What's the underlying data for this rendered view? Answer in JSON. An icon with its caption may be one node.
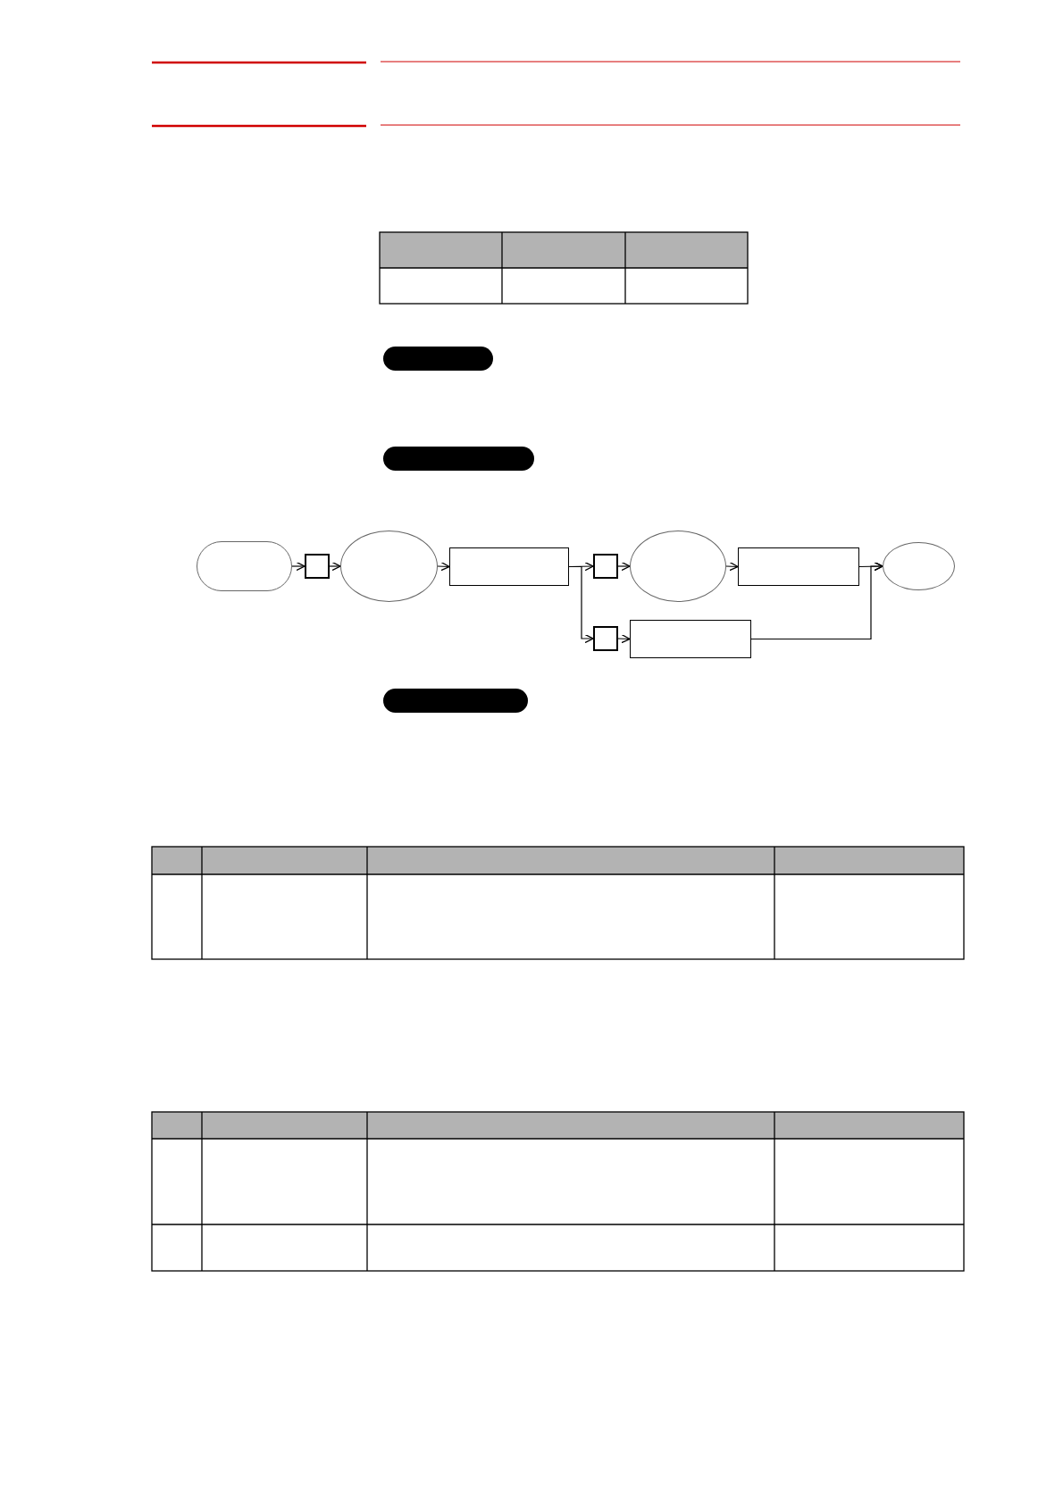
{
  "diagram": {
    "nodes": [
      {
        "text": [],
        "shape": "stadium"
      },
      {
        "text": [],
        "shape": "box"
      },
      {
        "text": [],
        "shape": "ellipse"
      },
      {
        "text": [],
        "shape": "box"
      },
      {
        "text": [],
        "shape": "box"
      },
      {
        "text": [],
        "shape": "ellipse"
      },
      {
        "text": [],
        "shape": "box"
      },
      {
        "text": [],
        "shape": "ellipse"
      },
      {
        "text": [],
        "shape": "box"
      },
      {
        "text": [],
        "shape": "box"
      },
      {
        "text": [],
        "shape": "bar"
      },
      {
        "text": [],
        "shape": "bar"
      },
      {
        "text": [],
        "shape": "bar"
      }
    ],
    "edges": [
      {
        "from": 0,
        "to": 1,
        "arrow": "to"
      },
      {
        "from": 1,
        "to": 2,
        "arrow": "to"
      },
      {
        "from": 2,
        "to": 3,
        "arrow": "to"
      },
      {
        "from": 3,
        "to": 4,
        "arrow": "to"
      },
      {
        "from": 4,
        "to": 5,
        "arrow": "to"
      },
      {
        "from": 5,
        "to": 6,
        "arrow": "to"
      },
      {
        "from": 6,
        "to": 7,
        "arrow": "to"
      },
      {
        "from": 3,
        "to": 8,
        "arrow": "to"
      },
      {
        "from": 8,
        "to": 9,
        "arrow": "to"
      },
      {
        "from": 9,
        "to": 7,
        "arrow": "to"
      }
    ]
  }
}
